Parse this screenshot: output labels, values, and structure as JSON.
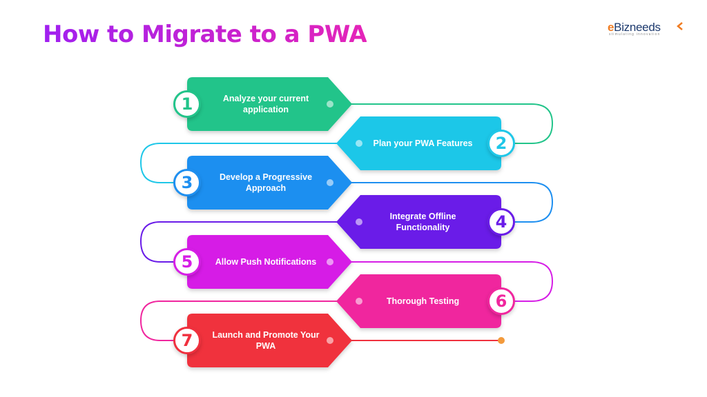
{
  "title": "How to Migrate to a PWA",
  "logo": {
    "brand_e": "e",
    "brand_rest": "Bizneeds",
    "tagline": "stimulating innovation"
  },
  "steps": [
    {
      "num": "1",
      "label": "Analyze your current application",
      "color": "#22c48a"
    },
    {
      "num": "2",
      "label": "Plan your PWA Features",
      "color": "#1fc7e8"
    },
    {
      "num": "3",
      "label": "Develop a Progressive Approach",
      "color": "#1e8ff0"
    },
    {
      "num": "4",
      "label": "Integrate Offline Functionality",
      "color": "#6a1ce8"
    },
    {
      "num": "5",
      "label": "Allow Push Notifications",
      "color": "#d61ee6"
    },
    {
      "num": "6",
      "label": "Thorough Testing",
      "color": "#f0269e"
    },
    {
      "num": "7",
      "label": "Launch and Promote Your PWA",
      "color": "#f0303e"
    }
  ],
  "end_dot_color": "#f39a3c"
}
